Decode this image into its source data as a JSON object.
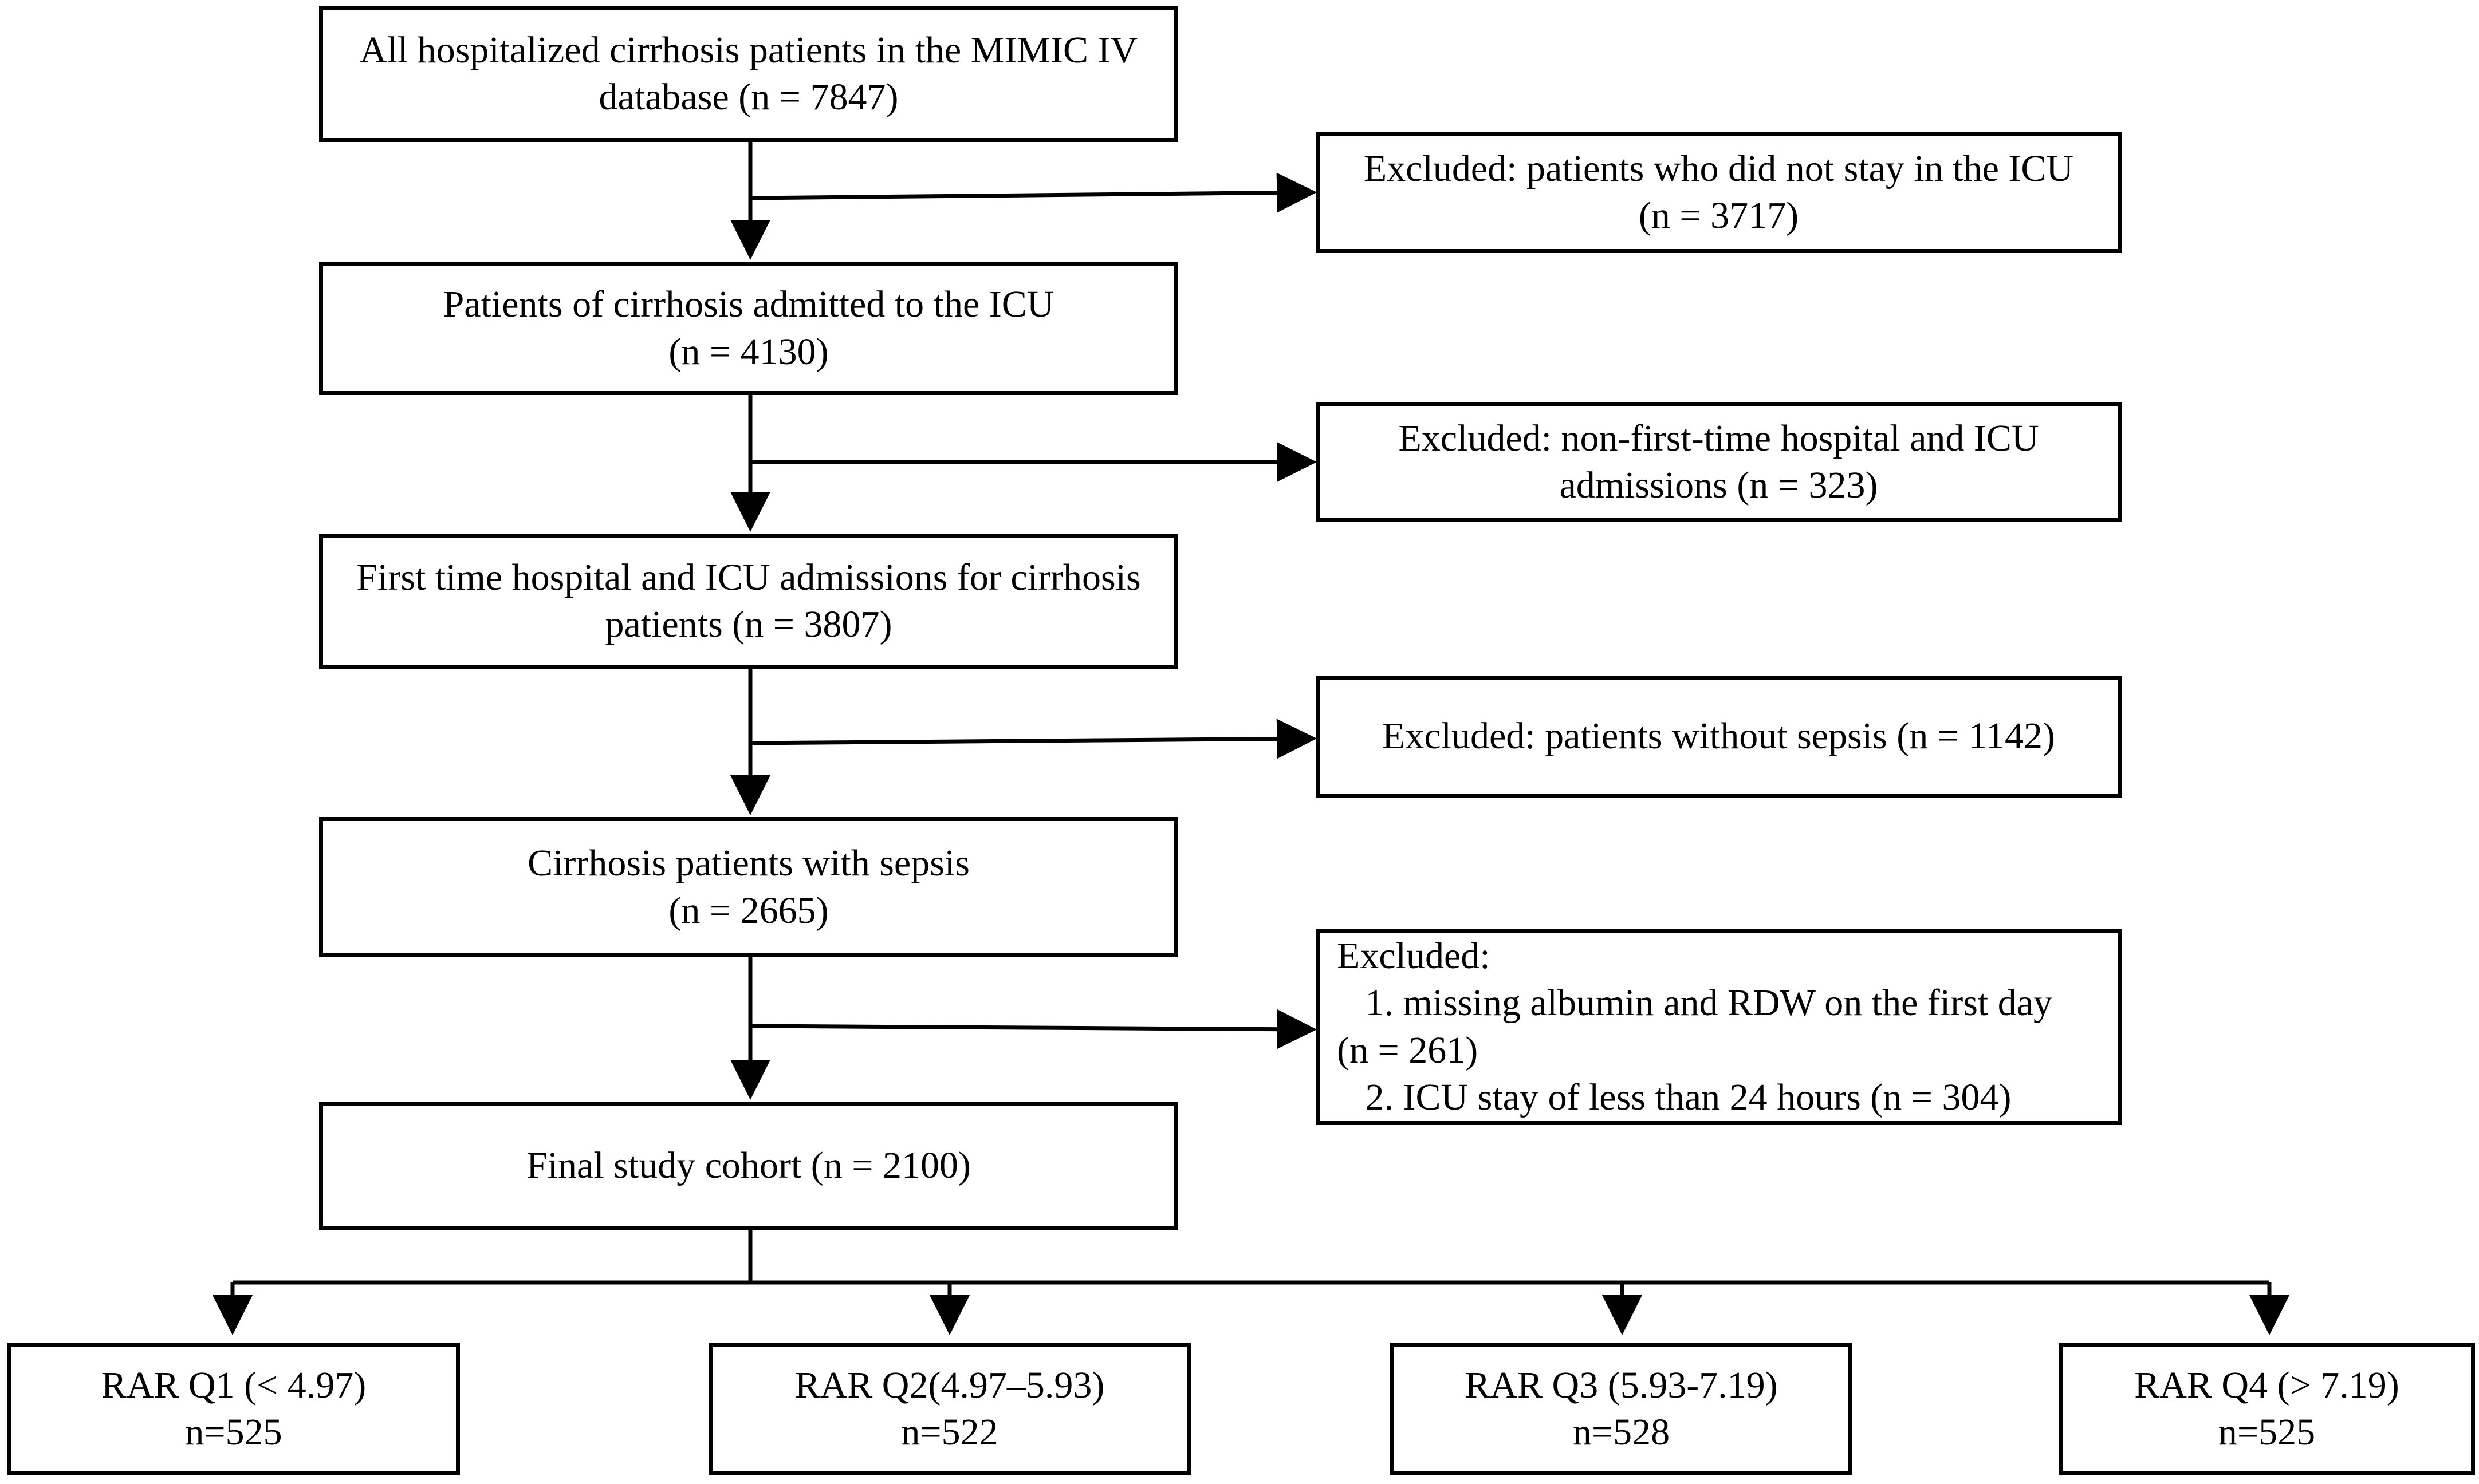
{
  "main_flow": [
    {
      "id": "all",
      "lines": [
        "All hospitalized cirrhosis patients in the MIMIC IV",
        "database (n = 7847)"
      ]
    },
    {
      "id": "icu",
      "lines": [
        "Patients of cirrhosis admitted to the ICU",
        "(n = 4130)"
      ]
    },
    {
      "id": "first",
      "lines": [
        "First time hospital and ICU admissions for cirrhosis",
        "patients (n = 3807)"
      ]
    },
    {
      "id": "sepsis",
      "lines": [
        "Cirrhosis patients with sepsis",
        "(n = 2665)"
      ]
    },
    {
      "id": "final",
      "lines": [
        "Final study cohort (n = 2100)"
      ]
    }
  ],
  "exclusions": [
    {
      "id": "excl1",
      "lines": [
        "Excluded: patients who did not stay in the ICU",
        "(n = 3717)"
      ]
    },
    {
      "id": "excl2",
      "lines": [
        "Excluded: non-first-time hospital and ICU",
        "admissions (n = 323)"
      ]
    },
    {
      "id": "excl3",
      "lines": [
        "Excluded: patients without sepsis (n = 1142)"
      ]
    },
    {
      "id": "excl4",
      "lines": [
        "Excluded:",
        "   1. missing albumin and RDW on the first day",
        "(n = 261)",
        "   2. ICU stay of less than 24 hours (n = 304)"
      ]
    }
  ],
  "groups": [
    {
      "id": "q1",
      "label": "RAR Q1 (< 4.97)",
      "count": "n=525"
    },
    {
      "id": "q2",
      "label": "RAR Q2(4.97–5.93)",
      "count": "n=522"
    },
    {
      "id": "q3",
      "label": "RAR Q3 (5.93-7.19)",
      "count": "n=528"
    },
    {
      "id": "q4",
      "label": "RAR Q4 (> 7.19)",
      "count": "n=525"
    }
  ]
}
